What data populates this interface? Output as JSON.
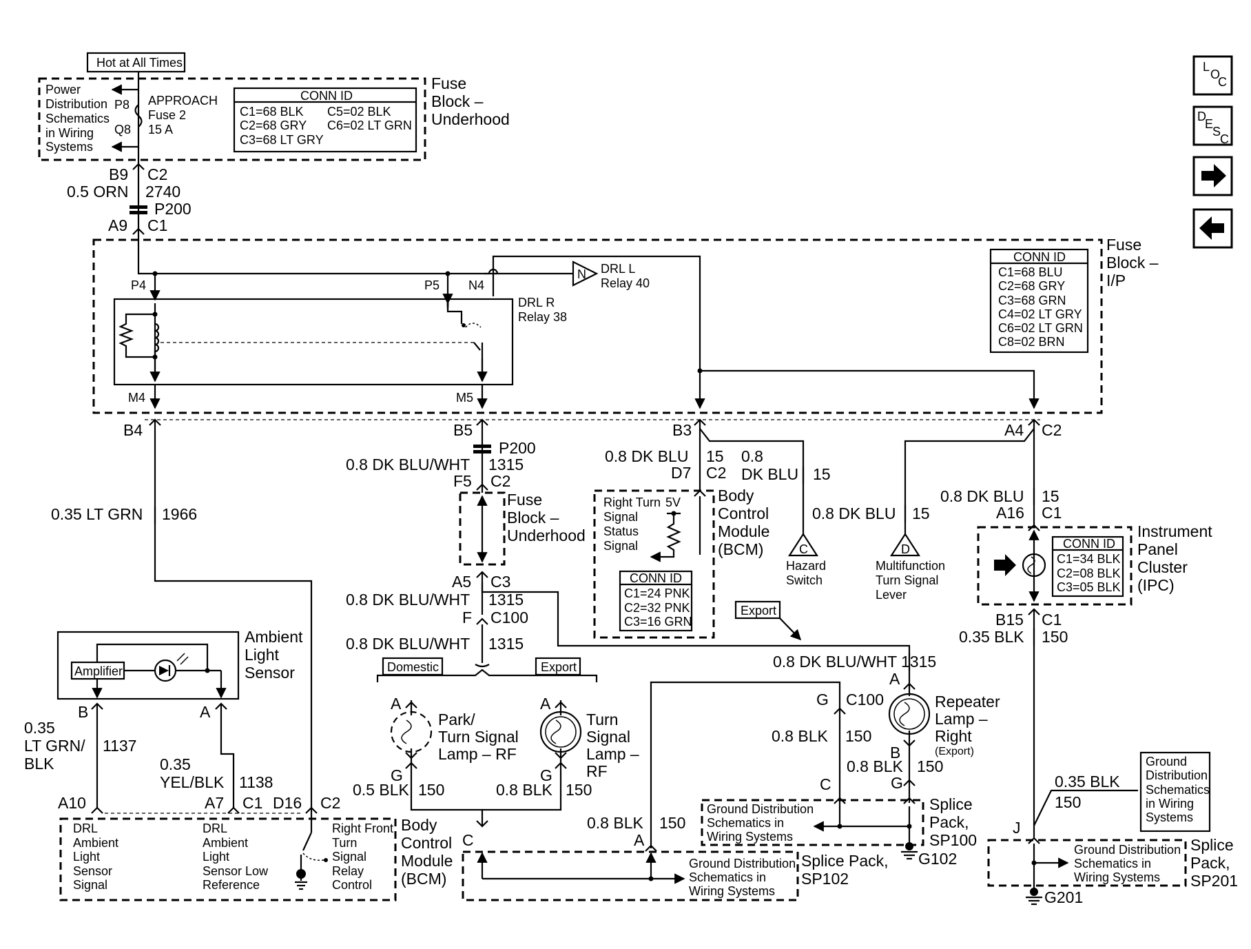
{
  "labels": {
    "hot_at_all_times": "Hot at All Times",
    "fuse_block_underhood": [
      "Fuse",
      "Block –",
      "Underhood"
    ],
    "power_dist": [
      "Power",
      "Distribution",
      "Schematics",
      "in Wiring",
      "Systems"
    ],
    "fuse_pins": {
      "p8": "P8",
      "q8": "Q8"
    },
    "fuse2": [
      "APPROACH",
      "Fuse 2",
      "15 A"
    ],
    "conn_id": "CONN ID",
    "conn_underhood": [
      "C1=68 BLK",
      "C5=02 BLK",
      "C2=68 GRY",
      "C6=02 LT GRN",
      "C3=68 LT GRY"
    ],
    "top_wire": {
      "b9": "B9",
      "c2": "C2",
      "size_color": "0.5 ORN",
      "circuit": "2740",
      "p200": "P200",
      "a9": "A9",
      "c1": "C1"
    },
    "fuse_block_ip": [
      "Fuse",
      "Block –",
      "I/P"
    ],
    "conn_ip": [
      "C1=68 BLU",
      "C2=68 GRY",
      "C3=68 GRN",
      "C4=02 LT GRY",
      "C6=02 LT GRN",
      "C8=02 BRN"
    ],
    "relay_pins": {
      "p4": "P4",
      "p5": "P5",
      "n4": "N4",
      "m4": "M4",
      "m5": "M5",
      "n": "N"
    },
    "drl_r": [
      "DRL R",
      "Relay 38"
    ],
    "drl_l": [
      "DRL L",
      "Relay 40"
    ],
    "b4": "B4",
    "wire_1966": {
      "size_color": "0.35 LT GRN",
      "circuit": "1966"
    },
    "b5": "B5",
    "p200_2": "P200",
    "wire_1315a": {
      "size_color": "0.8 DK BLU/WHT",
      "circuit": "1315"
    },
    "f5": "F5",
    "c2b": "C2",
    "fuse_block_underhood2": [
      "Fuse",
      "Block –",
      "Underhood"
    ],
    "a5": "A5",
    "c3": "C3",
    "wire_1315b": {
      "size_color": "0.8 DK BLU/WHT",
      "circuit": "1315"
    },
    "f_c100": {
      "f": "F",
      "c100": "C100"
    },
    "wire_1315c": {
      "size_color": "0.8 DK BLU/WHT",
      "circuit": "1315"
    },
    "domestic": "Domestic",
    "export": "Export",
    "park_turn_lamp": [
      "Park/",
      "Turn Signal",
      "Lamp – RF"
    ],
    "turn_signal_lamp": [
      "Turn",
      "Signal",
      "Lamp –",
      "RF"
    ],
    "lamp_pins": {
      "a1": "A",
      "g1": "G",
      "a2": "A",
      "g2": "G"
    },
    "wire_150a": {
      "size_color": "0.5 BLK",
      "circuit": "150"
    },
    "wire_150b": {
      "size_color": "0.8 BLK",
      "circuit": "150"
    },
    "b3": "B3",
    "wire_15a": {
      "size_color": "0.8 DK BLU",
      "circuit": "15"
    },
    "wire_15b": {
      "size_color1": "0.8",
      "size_color2": "DK BLU",
      "circuit": "15"
    },
    "d7_c2": {
      "d7": "D7",
      "c2": "C2"
    },
    "bcm_top": [
      "Body",
      "Control",
      "Module",
      "(BCM)"
    ],
    "right_turn_signal": [
      "Right Turn",
      "Signal",
      "Status",
      "Signal"
    ],
    "v5": "5V",
    "conn_bcm": [
      "C1=24 PNK",
      "C2=32 PNK",
      "C3=16 GRN"
    ],
    "wire_15c": {
      "size_color": "0.8 DK BLU",
      "circuit": "15"
    },
    "hazard": {
      "letter": "C",
      "label": [
        "Hazard",
        "Switch"
      ]
    },
    "multifunction": {
      "letter": "D",
      "label": [
        "Multifunction",
        "Turn Signal",
        "Lever"
      ]
    },
    "a4_c2": {
      "a4": "A4",
      "c2": "C2"
    },
    "wire_15d": {
      "size_color": "0.8 DK BLU",
      "circuit": "15"
    },
    "a16_c1": {
      "a16": "A16",
      "c1": "C1"
    },
    "ipc": [
      "Instrument",
      "Panel",
      "Cluster",
      "(IPC)"
    ],
    "conn_ipc": [
      "C1=34 BLK",
      "C2=08 BLK",
      "C3=05 BLK"
    ],
    "b15_c1": {
      "b15": "B15",
      "c1": "C1"
    },
    "wire_150c": {
      "size_color": "0.35 BLK",
      "circuit": "150"
    },
    "export2": "Export",
    "wire_1315d": {
      "size_color": "0.8 DK BLU/WHT",
      "circuit": "1315"
    },
    "repeater_a": "A",
    "repeater": [
      "Repeater",
      "Lamp –",
      "Right"
    ],
    "repeater_export": "(Export)",
    "g_c100": {
      "g": "G",
      "c100": "C100"
    },
    "wire_150d": {
      "size_color": "0.8 BLK",
      "circuit": "150"
    },
    "repeater_b": "B",
    "wire_150e": {
      "size_color": "0.8 BLK",
      "circuit": "150"
    },
    "repeater_g": "G",
    "splice_c": "C",
    "ground_dist": [
      "Ground Distribution",
      "Schematics in",
      "Wiring Systems"
    ],
    "sp100": [
      "Splice",
      "Pack,",
      "SP100"
    ],
    "g102": "G102",
    "wire_150f": {
      "size_color": "0.8 BLK",
      "circuit": "150"
    },
    "splice_a": "A",
    "bcm_c": "C",
    "ground_dist2": [
      "Ground Distribution",
      "Schematics in",
      "Wiring Systems"
    ],
    "sp102": [
      "Splice Pack,",
      "SP102"
    ],
    "ambient": [
      "Ambient",
      "Light",
      "Sensor"
    ],
    "amplifier": "Amplifier",
    "sensor_pins": {
      "b": "B",
      "a": "A"
    },
    "wire_1137": {
      "size_color": [
        "0.35",
        "LT GRN/",
        "BLK"
      ],
      "circuit": "1137"
    },
    "wire_1138": {
      "size_color": [
        "0.35",
        "YEL/BLK"
      ],
      "circuit": "1138"
    },
    "bcm_pins": {
      "a10": "A10",
      "a7": "A7",
      "c1": "C1",
      "d16": "D16",
      "c2": "C2"
    },
    "drl_sensor_signal": [
      "DRL",
      "Ambient",
      "Light",
      "Sensor",
      "Signal"
    ],
    "drl_sensor_low": [
      "DRL",
      "Ambient",
      "Light",
      "Sensor Low",
      "Reference"
    ],
    "right_front_relay": [
      "Right Front",
      "Turn",
      "Signal",
      "Relay",
      "Control"
    ],
    "bcm_bottom": [
      "Body",
      "Control",
      "Module",
      "(BCM)"
    ],
    "ground_dist3": [
      "Ground",
      "Distribution",
      "Schematics",
      "in Wiring",
      "Systems"
    ],
    "wire_150g": {
      "size_color": "0.35 BLK",
      "circuit": "150"
    },
    "j": "J",
    "ground_dist4": [
      "Ground Distribution",
      "Schematics in",
      "Wiring Systems"
    ],
    "sp201": [
      "Splice",
      "Pack,",
      "SP201"
    ],
    "g201": "G201",
    "nav": {
      "loc": [
        "L",
        "O",
        "C"
      ],
      "desc": [
        "D",
        "E",
        "S",
        "C"
      ]
    }
  }
}
